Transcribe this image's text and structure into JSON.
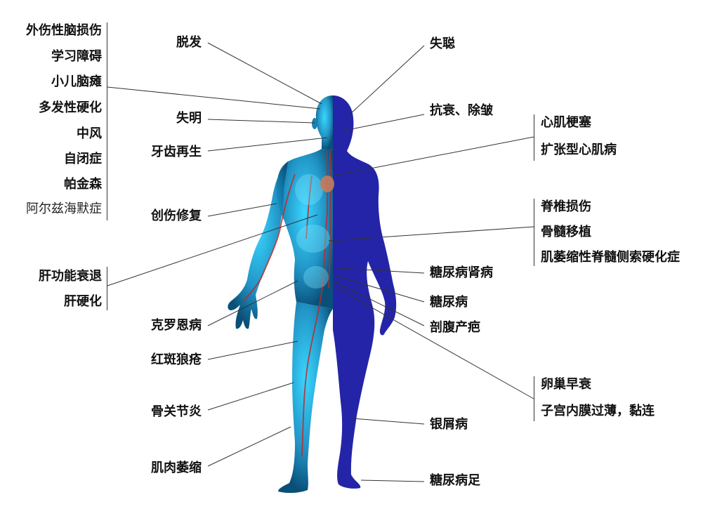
{
  "colors": {
    "background": "#ffffff",
    "text": "#111111",
    "leader_line": "#333333",
    "female_silhouette": "#2424a8",
    "male_anatomy_base": "#0a5a86",
    "male_anatomy_glow": "#29c6f0",
    "vessels": "#c0282a"
  },
  "groups": {
    "brain": [
      "外伤性脑损伤",
      "学习障碍",
      "小儿脑瘫",
      "多发性硬化",
      "中风",
      "自闭症",
      "帕金森",
      "阿尔兹海默症"
    ],
    "liver": [
      "肝功能衰退",
      "肝硬化"
    ],
    "heart": [
      "心肌梗塞",
      "扩张型心肌病"
    ],
    "spine": [
      "脊椎损伤",
      "骨髓移植",
      "肌萎缩性脊髓侧索硬化症"
    ],
    "ovary": [
      "卵巢早衰",
      "子宫内膜过薄，黏连"
    ]
  },
  "left_labels": {
    "hair": "脱发",
    "blind": "失明",
    "teeth": "牙齿再生",
    "trauma": "创伤修复",
    "crohn": "克罗恩病",
    "lupus": "红斑狼疮",
    "arthritis": "骨关节炎",
    "atrophy": "肌肉萎缩"
  },
  "right_labels": {
    "deaf": "失聪",
    "antiaging": "抗衰、除皱",
    "nephro": "糖尿病肾病",
    "diabetes": "糖尿病",
    "csection": "剖腹产疤",
    "psoriasis": "银屑病",
    "foot": "糖尿病足"
  }
}
